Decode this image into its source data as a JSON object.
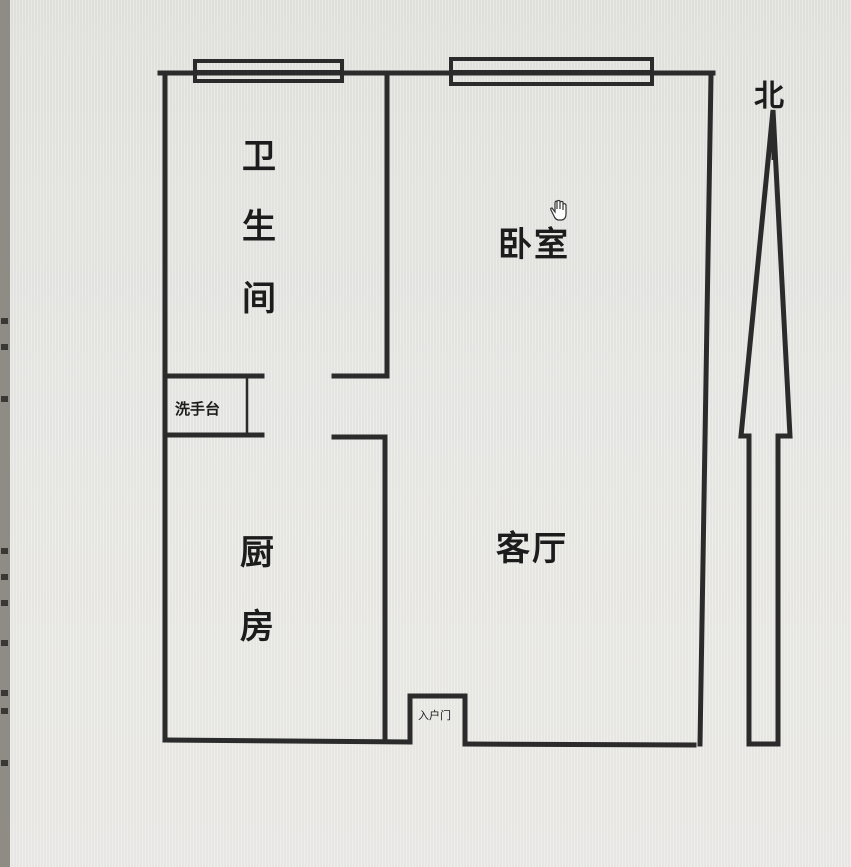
{
  "floorplan": {
    "rooms": {
      "bathroom": "卫生间",
      "bathroom_chars": [
        "卫",
        "生",
        "间"
      ],
      "bedroom": "卧室",
      "washbasin": "洗手台",
      "kitchen": "厨房",
      "kitchen_chars": [
        "厨",
        "房"
      ],
      "living_room": "客厅",
      "entrance": "入户门"
    },
    "compass": {
      "label": "北"
    },
    "wall_color": "#2b2b2b",
    "cursor": "hand-cursor"
  }
}
